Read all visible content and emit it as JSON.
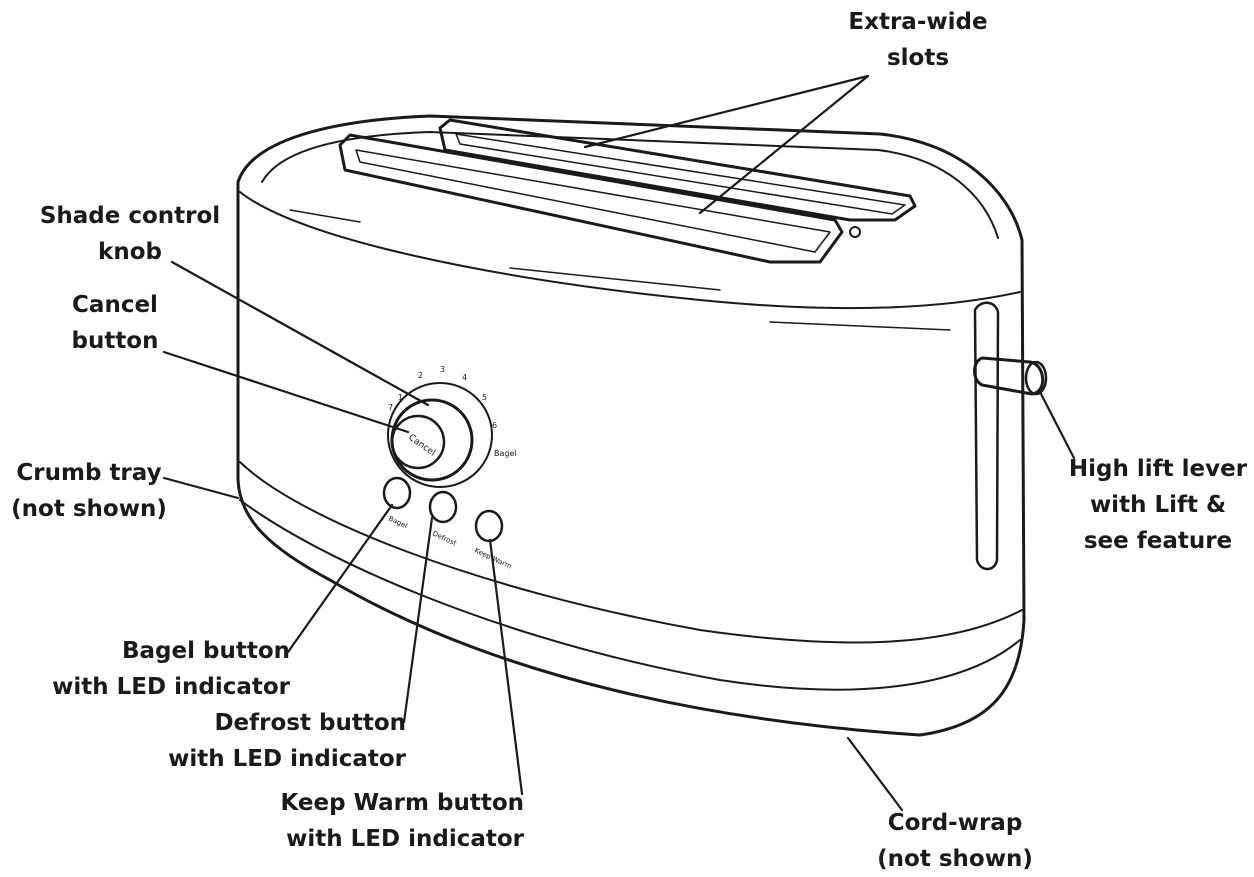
{
  "labels": {
    "slots": [
      "Extra-wide",
      "slots"
    ],
    "shade_knob": [
      "Shade control",
      "knob"
    ],
    "cancel": [
      "Cancel",
      "button"
    ],
    "crumb": [
      "Crumb tray",
      "(not shown)"
    ],
    "lever": [
      "High lift lever",
      "with Lift &",
      "see feature"
    ],
    "bagel": [
      "Bagel button",
      "with LED indicator"
    ],
    "defrost": [
      "Defrost button",
      "with LED indicator"
    ],
    "keepwarm": [
      "Keep Warm button",
      "with LED indicator"
    ],
    "cord": [
      "Cord-wrap",
      "(not shown)"
    ]
  },
  "device_text": {
    "knob_cancel": "Cancel",
    "dial_low": "1",
    "dial_marks": [
      "2",
      "3",
      "4",
      "5",
      "6"
    ],
    "dial_high": "7",
    "dial_end": "Bagel",
    "btn_bagel": "Bagel",
    "btn_defrost": "Defrost",
    "btn_keepwarm": "Keep Warm"
  },
  "colors": {
    "stroke": "#1a1a1a",
    "background": "#ffffff"
  }
}
